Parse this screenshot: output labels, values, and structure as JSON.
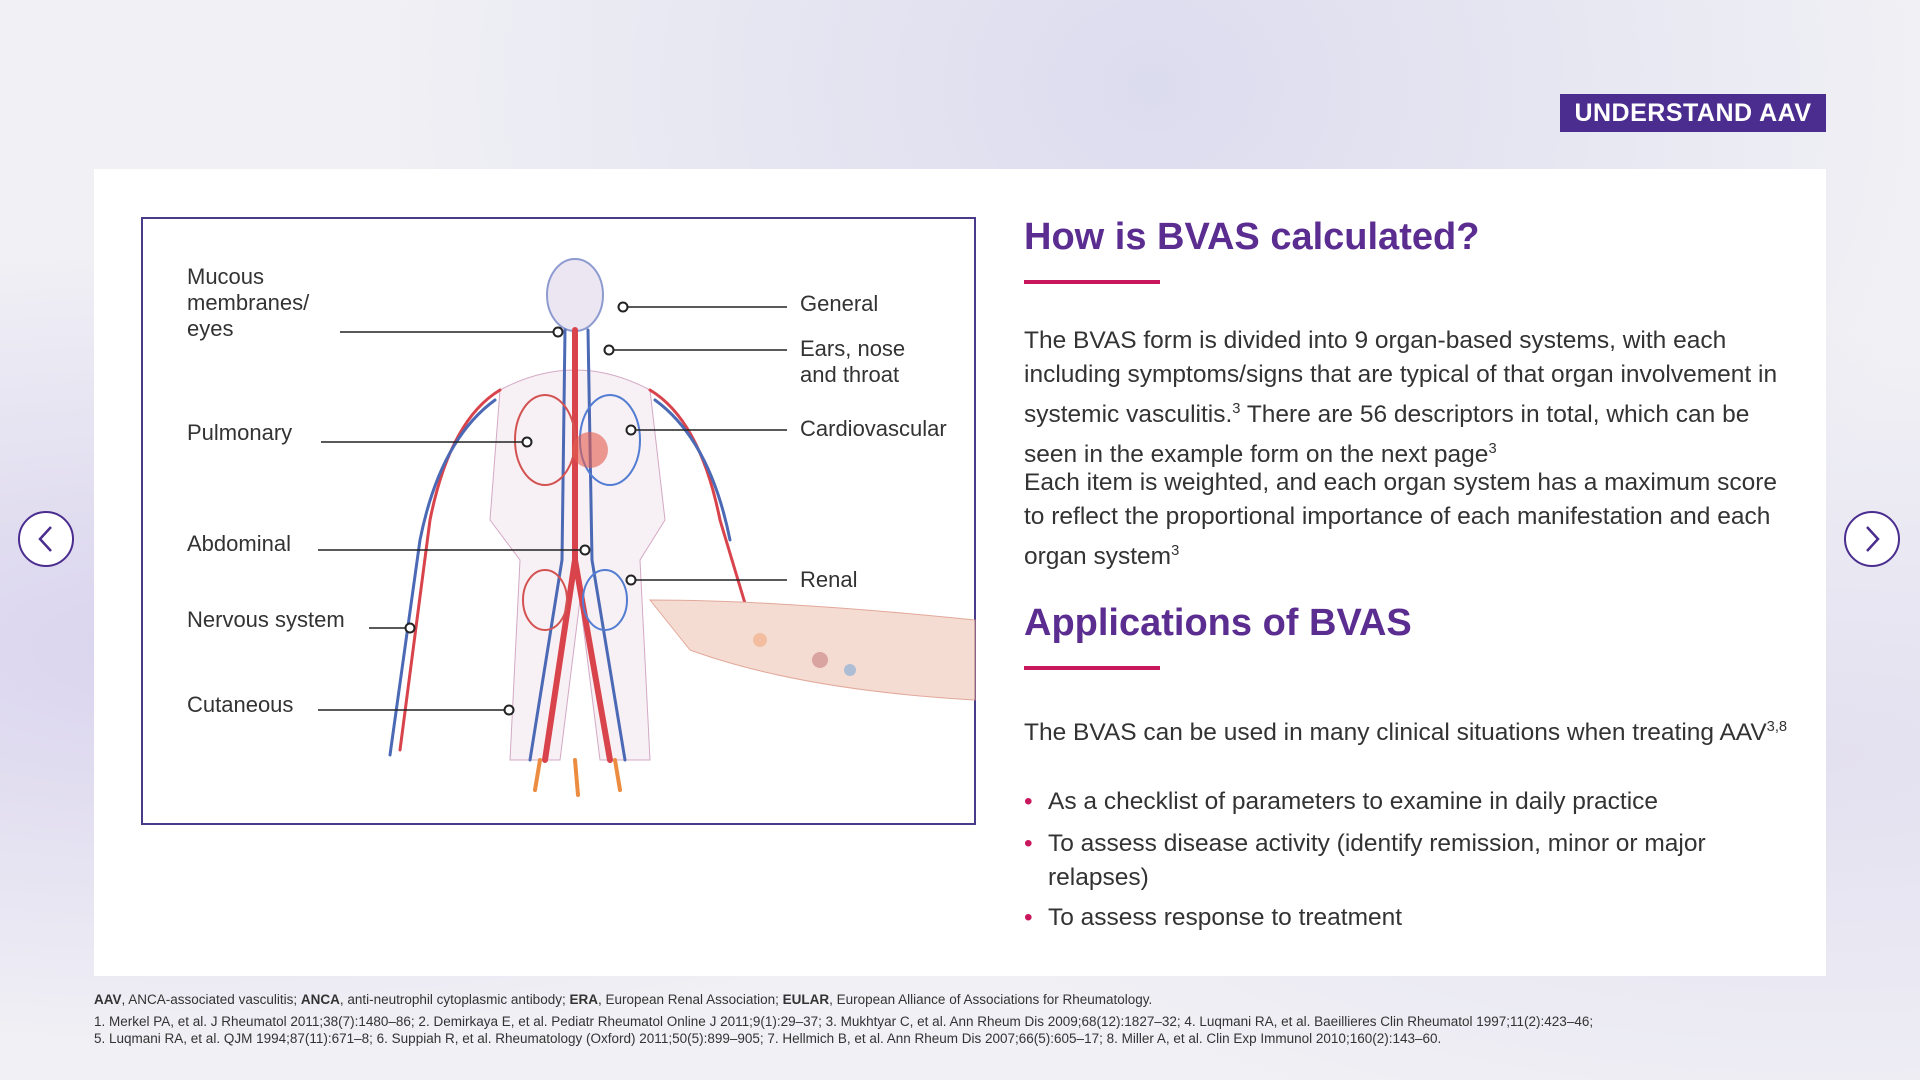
{
  "badge": "UNDERSTAND AAV",
  "figure": {
    "labels": {
      "mucous": "Mucous membranes/ eyes",
      "general": "General",
      "ears": "Ears, nose and throat",
      "pulmonary": "Pulmonary",
      "cardiovascular": "Cardiovascular",
      "abdominal": "Abdominal",
      "renal": "Renal",
      "nervous": "Nervous system",
      "cutaneous": "Cutaneous"
    }
  },
  "section1": {
    "title": "How is BVAS calculated?",
    "p1": "The BVAS form is divided into 9 organ-based systems, with each including symptoms/signs that are typical of that organ involvement in systemic vasculitis.",
    "p1_ref": "3",
    "p1b": " There are 56 descriptors in total, which can be seen in the example form on the next page",
    "p1b_ref": "3",
    "p2": "Each item is weighted, and each organ system has a maximum score to reflect the proportional importance of each manifestation and each organ system",
    "p2_ref": "3"
  },
  "section2": {
    "title": "Applications of BVAS",
    "p1": "The BVAS can be used in many clinical situations when treating AAV",
    "p1_ref": "3,8",
    "bullets": [
      "As a checklist of parameters to examine in daily practice",
      "To assess disease activity (identify remission, minor or major relapses)",
      "To assess response to treatment"
    ]
  },
  "footnotes": {
    "abbrev": [
      {
        "b": "AAV",
        "t": ", ANCA-associated vasculitis; "
      },
      {
        "b": "ANCA",
        "t": ", anti-neutrophil cytoplasmic antibody; "
      },
      {
        "b": "ERA",
        "t": ", European Renal Association; "
      },
      {
        "b": "EULAR",
        "t": ", European Alliance of Associations for Rheumatology."
      }
    ],
    "refs1": "1. Merkel PA, et al. J Rheumatol 2011;38(7):1480–86; 2. Demirkaya E, et al. Pediatr Rheumatol Online J 2011;9(1):29–37; 3. Mukhtyar C, et al. Ann Rheum Dis 2009;68(12):1827–32; 4. Luqmani RA, et al. Baeillieres Clin Rheumatol 1997;11(2):423–46;",
    "refs2": "5. Luqmani RA, et al. QJM 1994;87(11):671–8; 6. Suppiah R, et al. Rheumatology (Oxford) 2011;50(5):899–905; 7. Hellmich B, et al. Ann Rheum Dis 2007;66(5):605–17; 8. Miller A, et al. Clin Exp Immunol 2010;160(2):143–60."
  },
  "colors": {
    "purple": "#4a2d8f",
    "pink": "#c8175d"
  }
}
